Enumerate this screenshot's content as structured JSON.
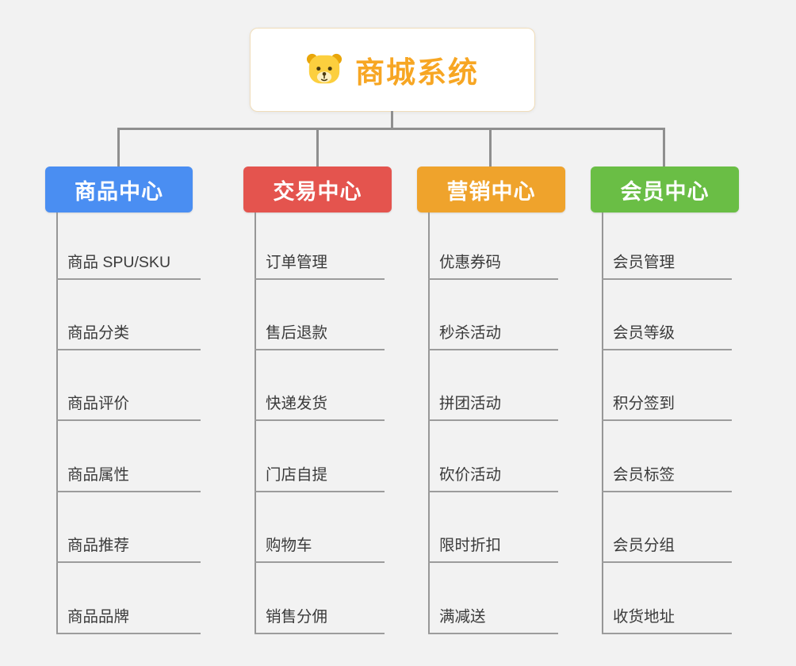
{
  "root": {
    "title": "商城系统",
    "title_color": "#f7a623",
    "icon": "dog-face"
  },
  "connector_color": "#8f8f8f",
  "underline_color": "#9c9c9c",
  "branches": [
    {
      "label": "商品中心",
      "color": "#4a8ef2",
      "children": [
        "商品 SPU/SKU",
        "商品分类",
        "商品评价",
        "商品属性",
        "商品推荐",
        "商品品牌"
      ]
    },
    {
      "label": "交易中心",
      "color": "#e4544e",
      "children": [
        "订单管理",
        "售后退款",
        "快递发货",
        "门店自提",
        "购物车",
        "销售分佣"
      ]
    },
    {
      "label": "营销中心",
      "color": "#efa32c",
      "children": [
        "优惠券码",
        "秒杀活动",
        "拼团活动",
        "砍价活动",
        "限时折扣",
        "满减送"
      ]
    },
    {
      "label": "会员中心",
      "color": "#6abe45",
      "children": [
        "会员管理",
        "会员等级",
        "积分签到",
        "会员标签",
        "会员分组",
        "收货地址"
      ]
    }
  ]
}
